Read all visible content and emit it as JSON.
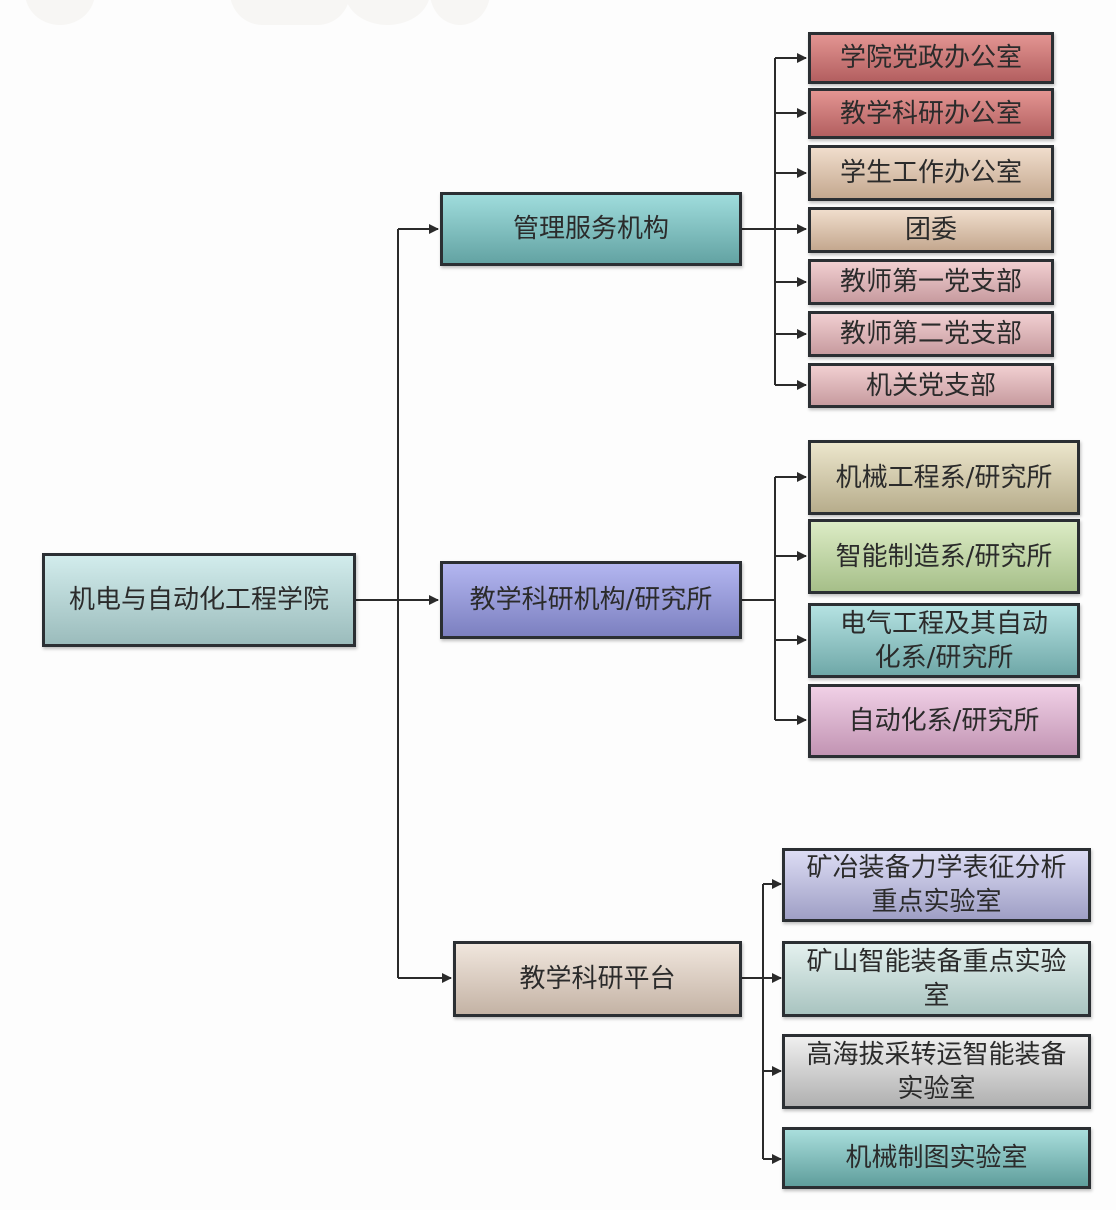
{
  "root": {
    "label": "机电与自动化工程学院"
  },
  "branches": [
    {
      "label": "管理服务机构",
      "children": [
        {
          "label": "学院党政办公室",
          "color": "#cf7a79"
        },
        {
          "label": "教学科研办公室",
          "color": "#cf7a79"
        },
        {
          "label": "学生工作办公室",
          "color": "#dcc4ad"
        },
        {
          "label": "团委",
          "color": "#dcc4ad"
        },
        {
          "label": "教师第一党支部",
          "color": "#e0b5b8"
        },
        {
          "label": "教师第二党支部",
          "color": "#e0b5b8"
        },
        {
          "label": "机关党支部",
          "color": "#e0b5b8"
        }
      ]
    },
    {
      "label": "教学科研机构/研究所",
      "children": [
        {
          "label": "机械工程系/研究所",
          "color": "#d6cfb0"
        },
        {
          "label": "智能制造系/研究所",
          "color": "#c3d8a9"
        },
        {
          "label": "电气工程及其自动化系/研究所",
          "color": "#92c6c6"
        },
        {
          "label": "自动化系/研究所",
          "color": "#dbb3cf"
        }
      ]
    },
    {
      "label": "教学科研平台",
      "children": [
        {
          "label": "矿冶装备力学表征分析重点实验室",
          "color": "#c0c0e0"
        },
        {
          "label": "矿山智能装备重点实验室",
          "color": "#cadcd9"
        },
        {
          "label": "高海拔采转运智能装备实验室",
          "color": "#d2d2d2"
        },
        {
          "label": "机械制图实验室",
          "color": "#86c2c0"
        }
      ]
    }
  ]
}
